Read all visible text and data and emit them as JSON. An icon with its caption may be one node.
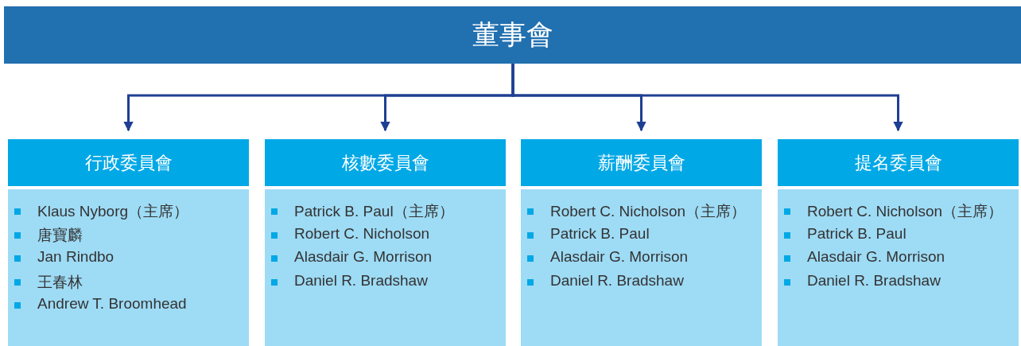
{
  "diagram": {
    "nodes": [
      {
        "text": [
          "董事會"
        ]
      },
      {
        "text": [
          "行政委員會",
          "Klaus Nyborg（主席）",
          "唐寶麟",
          "Jan Rindbo",
          "王春林",
          "Andrew T. Broomhead"
        ]
      },
      {
        "text": [
          "核數委員會",
          "Patrick B. Paul（主席）",
          "Robert C. Nicholson",
          "Alasdair G. Morrison",
          "Daniel R. Bradshaw"
        ]
      },
      {
        "text": [
          "薪酬委員會",
          "Robert C. Nicholson（主席）",
          "Patrick B. Paul",
          "Alasdair G. Morrison",
          "Daniel R. Bradshaw"
        ]
      },
      {
        "text": [
          "提名委員會",
          "Robert C. Nicholson（主席）",
          "Patrick B. Paul",
          "Alasdair G. Morrison",
          "Daniel R. Bradshaw"
        ]
      }
    ],
    "edges": [
      {
        "from": 0,
        "to": 1,
        "arrow": "to"
      },
      {
        "from": 0,
        "to": 2,
        "arrow": "to"
      },
      {
        "from": 0,
        "to": 3,
        "arrow": "to"
      },
      {
        "from": 0,
        "to": 4,
        "arrow": "to"
      }
    ]
  }
}
